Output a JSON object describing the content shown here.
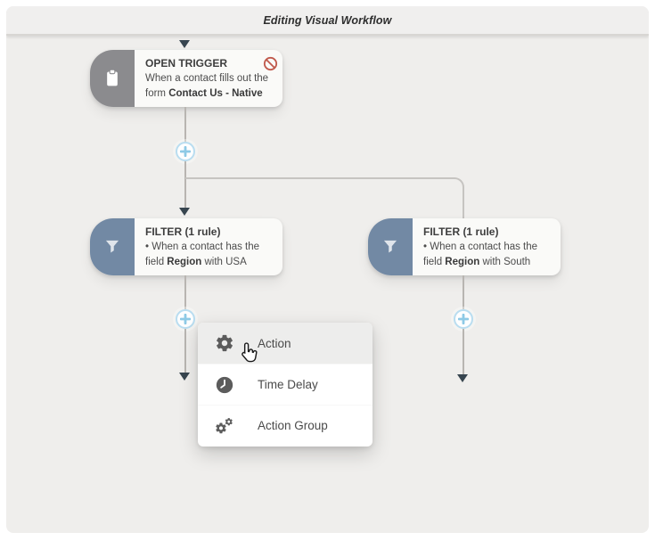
{
  "window": {
    "title": "Editing Visual Workflow"
  },
  "nodes": {
    "trigger": {
      "icon": "clipboard-icon",
      "status_icon": "blocked-icon",
      "title": "OPEN TRIGGER",
      "desc_prefix": "When a contact fills out the form ",
      "desc_bold": "Contact Us - Native"
    },
    "filter_left": {
      "icon": "funnel-icon",
      "title": "FILTER (1 rule)",
      "desc_prefix": "• When a contact has the field ",
      "desc_bold": "Region",
      "desc_suffix": " with USA"
    },
    "filter_right": {
      "icon": "funnel-icon",
      "title": "FILTER (1 rule)",
      "desc_prefix": "• When a contact has the field ",
      "desc_bold": "Region",
      "desc_suffix": " with South"
    }
  },
  "add_menu": {
    "items": [
      {
        "label": "Action",
        "icon": "gear-icon",
        "highlighted": true
      },
      {
        "label": "Time Delay",
        "icon": "clock-icon",
        "highlighted": false
      },
      {
        "label": "Action Group",
        "icon": "gears-icon",
        "highlighted": false
      }
    ]
  },
  "connectors": {
    "add_button_icon": "plus-icon"
  },
  "colors": {
    "canvas_bg": "#efeeec",
    "accent_blue": "#8ecae6",
    "trigger_gray": "#8b8b8e",
    "filter_blue": "#7289a4",
    "blocked_red": "#c05a4d",
    "arrow_dark": "#37454f"
  }
}
